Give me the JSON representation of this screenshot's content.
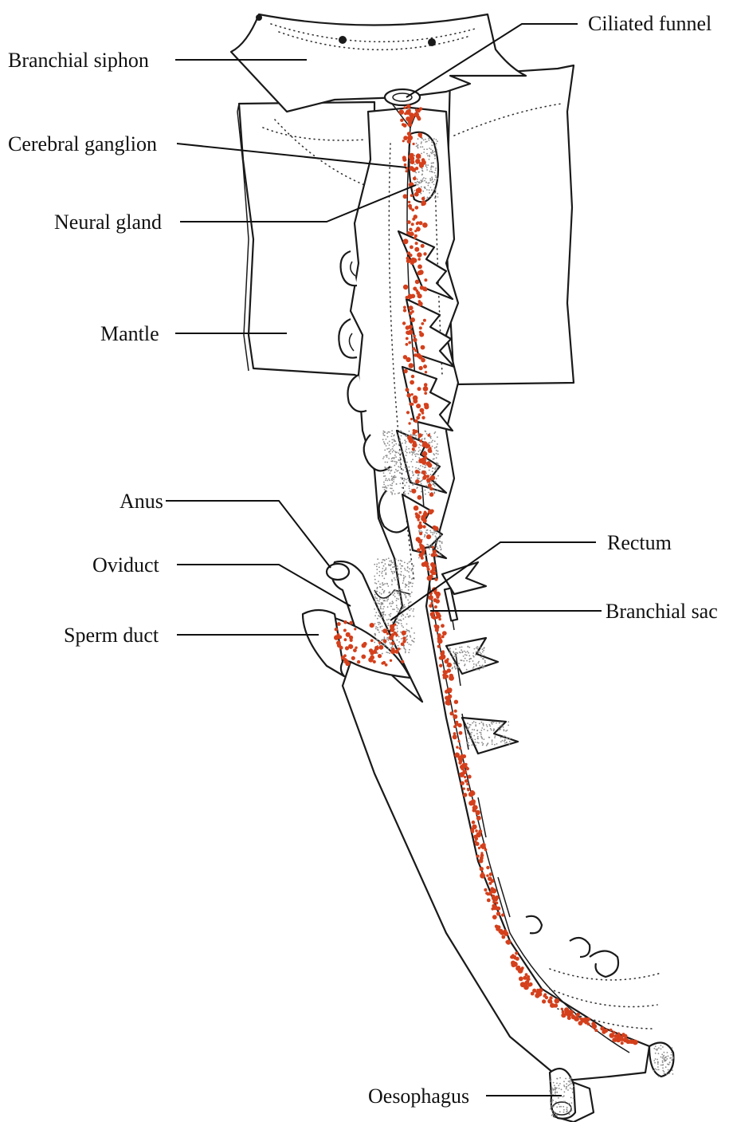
{
  "labels": {
    "branchial_siphon": "Branchial siphon",
    "ciliated_funnel": "Ciliated funnel",
    "cerebral_ganglion": "Cerebral ganglion",
    "neural_gland": "Neural gland",
    "mantle": "Mantle",
    "anus": "Anus",
    "oviduct": "Oviduct",
    "sperm_duct": "Sperm duct",
    "rectum": "Rectum",
    "branchial_sac": "Branchial sac",
    "oesophagus": "Oesophagus"
  },
  "colors": {
    "red_stain": "#d4401c",
    "line": "#1a1a1a",
    "stipple": "#8a8a8a",
    "background": "#ffffff"
  }
}
